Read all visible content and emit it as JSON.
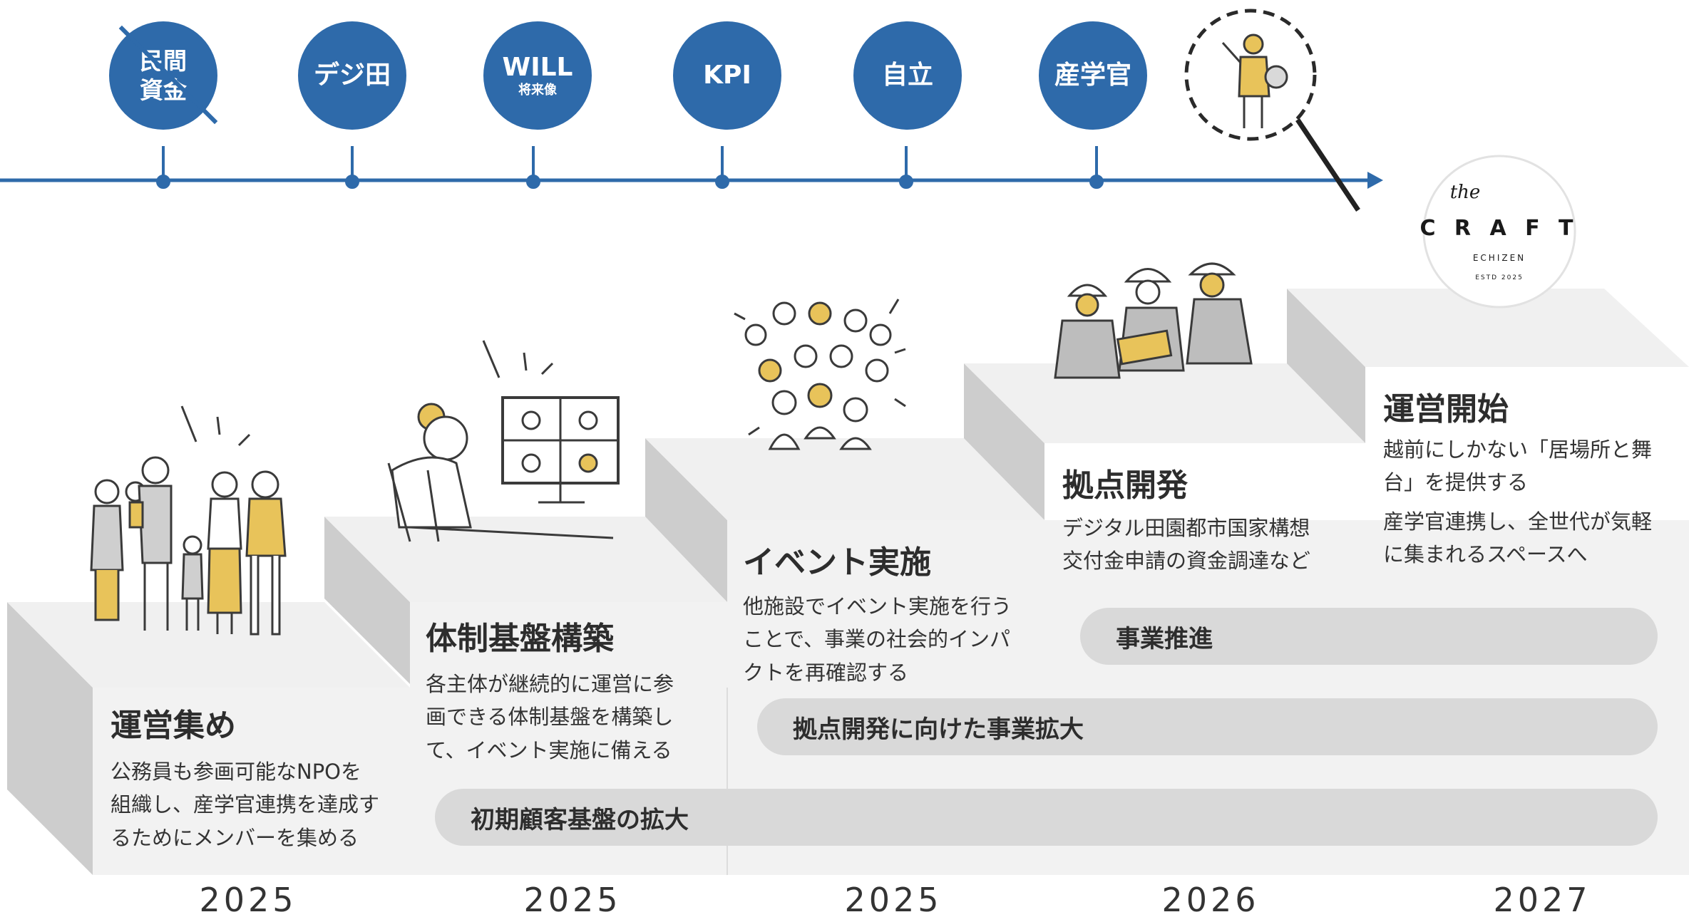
{
  "timeline": {
    "milestones": [
      {
        "label": "民間",
        "label2": "資金"
      },
      {
        "label": "デジ田"
      },
      {
        "label": "WILL",
        "sub": "将来像"
      },
      {
        "label": "KPI"
      },
      {
        "label": "自立"
      },
      {
        "label": "産学官"
      }
    ]
  },
  "logo": {
    "script": "the",
    "name": "C R A F T",
    "place": "ECHIZEN",
    "estd": "ESTD 2025"
  },
  "steps": [
    {
      "title": "運営集め",
      "desc": [
        "公務員も参画可能なNPOを",
        "組織し、産学官連携を達成す",
        "るためにメンバーを集める"
      ]
    },
    {
      "title": "体制基盤構築",
      "desc": [
        "各主体が継続的に運営に参",
        "画できる体制基盤を構築し",
        "て、イベント実施に備える"
      ]
    },
    {
      "title": "イベント実施",
      "desc": [
        "他施設でイベント実施を行う",
        "ことで、事業の社会的インパ",
        "クトを再確認する"
      ]
    },
    {
      "title": "拠点開発",
      "desc": [
        "デジタル田園都市国家構想",
        "交付金申請の資金調達など"
      ]
    },
    {
      "title": "運営開始",
      "desc": [
        "越前にしかない「居場所と舞",
        "台」を提供する",
        "産学官連携し、全世代が気軽",
        "に集まれるスペースへ"
      ]
    }
  ],
  "bars": {
    "b1": "事業推進",
    "b2": "拠点開発に向けた事業拡大",
    "b3": "初期顧客基盤の拡大"
  },
  "years": [
    "2025",
    "2025",
    "2025",
    "2026",
    "2027"
  ],
  "colors": {
    "accent": "#2e6aaa",
    "mustard": "#e8c35a",
    "bar": "#d9d9d9",
    "step": "#f1f1f1",
    "step_side": "#c8c8c8"
  }
}
